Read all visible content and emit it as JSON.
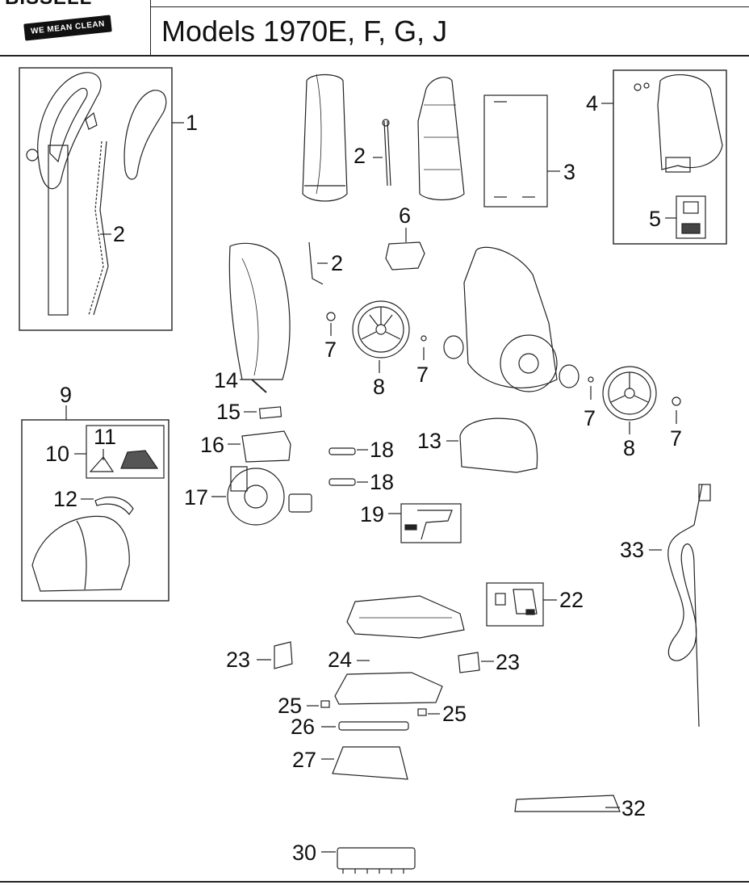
{
  "header": {
    "brand": "BISSELL",
    "tagline": "WE MEAN CLEAN",
    "title": "Models 1970E, F, G, J"
  },
  "callouts": [
    {
      "id": "c1",
      "text": "1"
    },
    {
      "id": "c2a",
      "text": "2"
    },
    {
      "id": "c2b",
      "text": "2"
    },
    {
      "id": "c2c",
      "text": "2"
    },
    {
      "id": "c3",
      "text": "3"
    },
    {
      "id": "c4",
      "text": "4"
    },
    {
      "id": "c5",
      "text": "5"
    },
    {
      "id": "c6",
      "text": "6"
    },
    {
      "id": "c7a",
      "text": "7"
    },
    {
      "id": "c7b",
      "text": "7"
    },
    {
      "id": "c7c",
      "text": "7"
    },
    {
      "id": "c7d",
      "text": "7"
    },
    {
      "id": "c8a",
      "text": "8"
    },
    {
      "id": "c8b",
      "text": "8"
    },
    {
      "id": "c9",
      "text": "9"
    },
    {
      "id": "c10",
      "text": "10"
    },
    {
      "id": "c11",
      "text": "11"
    },
    {
      "id": "c12",
      "text": "12"
    },
    {
      "id": "c13",
      "text": "13"
    },
    {
      "id": "c14",
      "text": "14"
    },
    {
      "id": "c15",
      "text": "15"
    },
    {
      "id": "c16",
      "text": "16"
    },
    {
      "id": "c17",
      "text": "17"
    },
    {
      "id": "c18a",
      "text": "18"
    },
    {
      "id": "c18b",
      "text": "18"
    },
    {
      "id": "c19",
      "text": "19"
    },
    {
      "id": "c22",
      "text": "22"
    },
    {
      "id": "c23a",
      "text": "23"
    },
    {
      "id": "c23b",
      "text": "23"
    },
    {
      "id": "c24",
      "text": "24"
    },
    {
      "id": "c25a",
      "text": "25"
    },
    {
      "id": "c25b",
      "text": "25"
    },
    {
      "id": "c26",
      "text": "26"
    },
    {
      "id": "c27",
      "text": "27"
    },
    {
      "id": "c30",
      "text": "30"
    },
    {
      "id": "c32",
      "text": "32"
    },
    {
      "id": "c33",
      "text": "33"
    }
  ]
}
